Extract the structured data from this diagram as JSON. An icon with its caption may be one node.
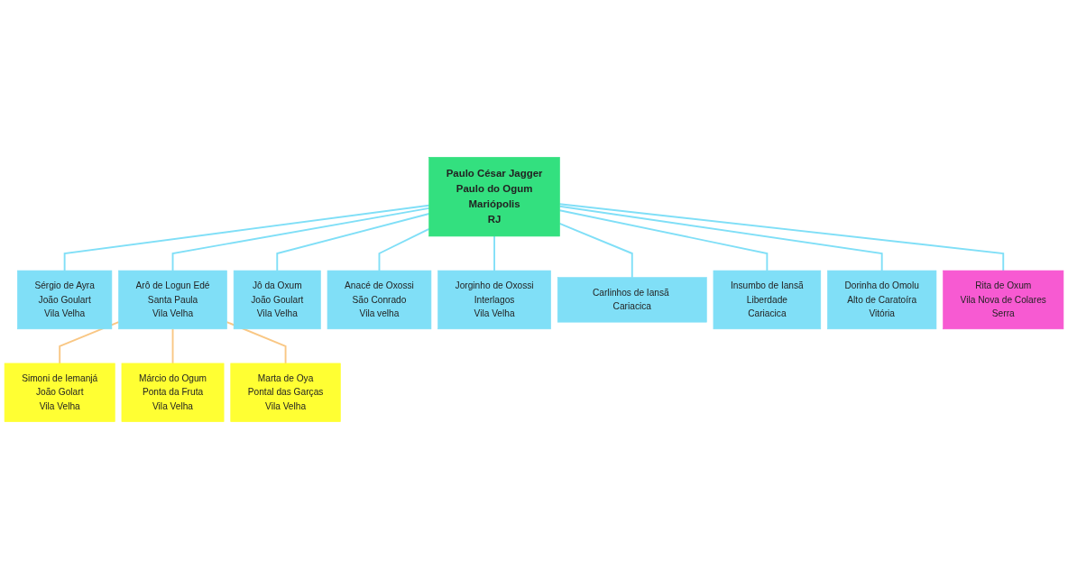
{
  "diagram": {
    "nodes": [
      {
        "text": [
          "Paulo César Jagger",
          "Paulo do Ogum",
          "Mariópolis",
          "RJ"
        ]
      },
      {
        "text": [
          "Sérgio de Ayra",
          "João Goulart",
          "Vila Velha"
        ]
      },
      {
        "text": [
          "Arô de  Logun Edé",
          "Santa Paula",
          "Vila Velha"
        ]
      },
      {
        "text": [
          "Jô da Oxum",
          "João Goulart",
          "Vila Velha"
        ]
      },
      {
        "text": [
          "Anacé  de Oxossi",
          "São Conrado",
          "Vila velha"
        ]
      },
      {
        "text": [
          "Jorginho de Oxossi",
          "Interlagos",
          "Vila Velha"
        ]
      },
      {
        "text": [
          "Carlinhos de Iansã Cariacica"
        ]
      },
      {
        "text": [
          "Insumbo de Iansã",
          "Liberdade",
          "Cariacica"
        ]
      },
      {
        "text": [
          "Dorinha do Omolu",
          "Alto de Caratoíra",
          "Vitória"
        ]
      },
      {
        "text": [
          "Rita de Oxum",
          "Vila Nova de Colares",
          "Serra"
        ]
      },
      {
        "text": [
          "Simoni de Iemanjá",
          "João Golart",
          "Vila Velha"
        ]
      },
      {
        "text": [
          "Márcio do Ogum",
          "Ponta da Fruta",
          "Vila Velha"
        ]
      },
      {
        "text": [
          "Marta de Oya",
          "Pontal das Garças",
          "Vila Velha"
        ]
      }
    ],
    "edges": [
      {
        "from": 0,
        "to": 1,
        "arrow": "none"
      },
      {
        "from": 0,
        "to": 2,
        "arrow": "none"
      },
      {
        "from": 0,
        "to": 3,
        "arrow": "none"
      },
      {
        "from": 0,
        "to": 4,
        "arrow": "none"
      },
      {
        "from": 0,
        "to": 5,
        "arrow": "none"
      },
      {
        "from": 0,
        "to": 6,
        "arrow": "none"
      },
      {
        "from": 0,
        "to": 7,
        "arrow": "none"
      },
      {
        "from": 0,
        "to": 8,
        "arrow": "none"
      },
      {
        "from": 0,
        "to": 9,
        "arrow": "none"
      },
      {
        "from": 2,
        "to": 10,
        "arrow": "none",
        "color": "#f9c784"
      },
      {
        "from": 2,
        "to": 11,
        "arrow": "none",
        "color": "#f9c784"
      },
      {
        "from": 2,
        "to": 12,
        "arrow": "none",
        "color": "#f9c784"
      }
    ]
  }
}
